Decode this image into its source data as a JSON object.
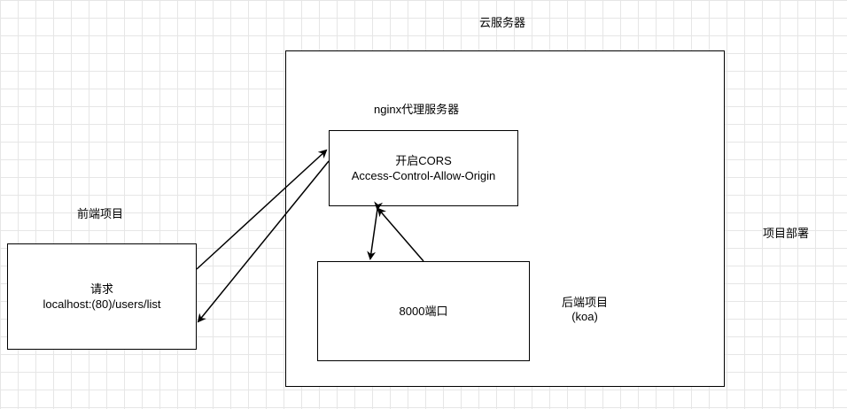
{
  "labels": {
    "cloud_server": "云服务器",
    "nginx_proxy": "nginx代理服务器",
    "frontend_project": "前端项目",
    "deployment": "项目部署",
    "backend_project_line1": "后端项目",
    "backend_project_line2": "(koa)"
  },
  "boxes": {
    "nginx": {
      "line1": "开启CORS",
      "line2": "Access-Control-Allow-Origin"
    },
    "port": {
      "text": "8000端口"
    },
    "frontend": {
      "line1": "请求",
      "line2": "localhost:(80)/users/list"
    }
  },
  "colors": {
    "stroke": "#000000",
    "grid": "#e6e6e6",
    "background": "#ffffff"
  }
}
